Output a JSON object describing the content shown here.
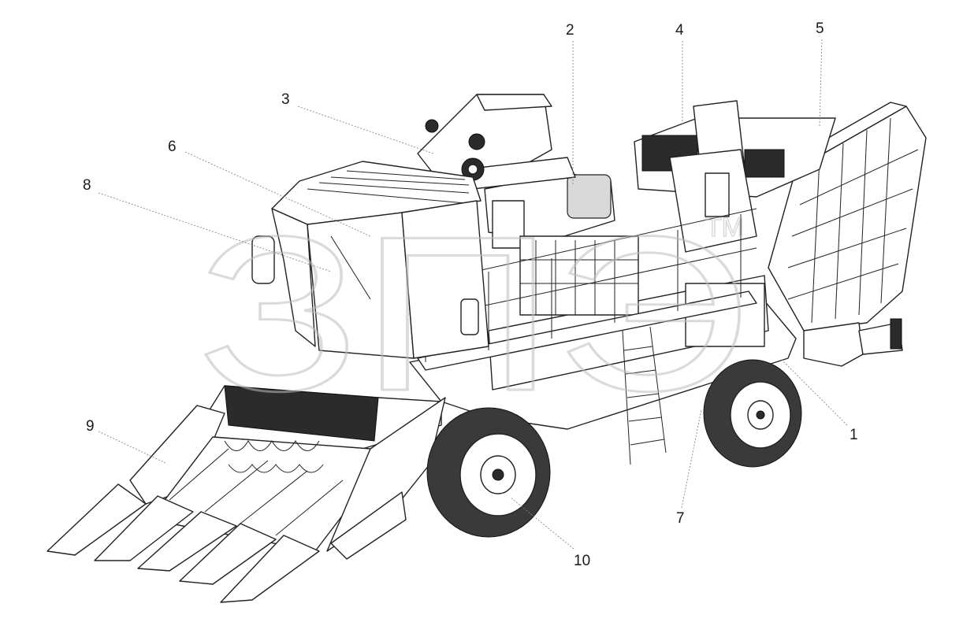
{
  "watermark": {
    "text": "ЗПЭ",
    "trademark": "TM"
  },
  "callouts": [
    {
      "number": "1"
    },
    {
      "number": "2"
    },
    {
      "number": "3"
    },
    {
      "number": "4"
    },
    {
      "number": "5"
    },
    {
      "number": "6"
    },
    {
      "number": "7"
    },
    {
      "number": "8"
    },
    {
      "number": "9"
    },
    {
      "number": "10"
    }
  ]
}
